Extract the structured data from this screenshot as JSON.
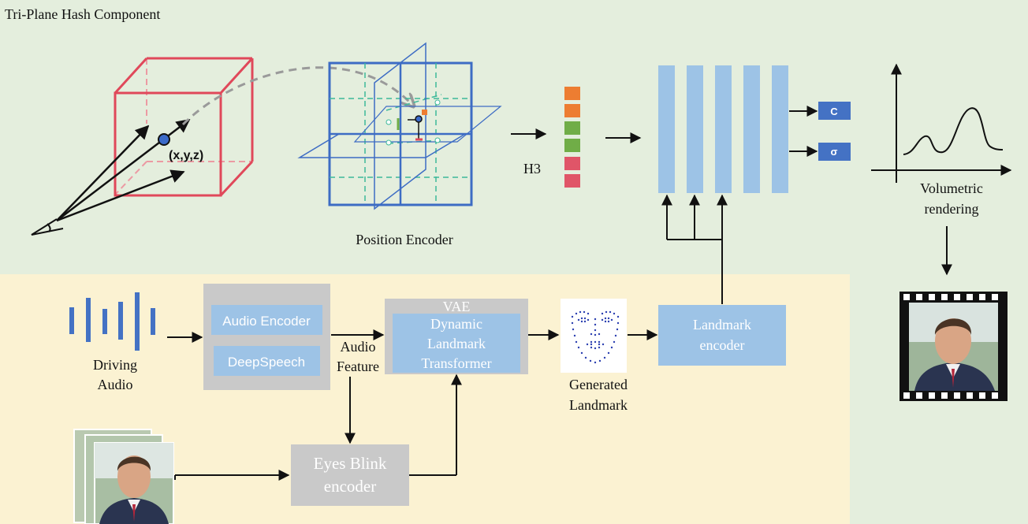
{
  "panels": {
    "top_title": "Tri-Plane Hash Component"
  },
  "top": {
    "point_label": "(x,y,z)",
    "position_encoder": "Position Encoder",
    "h3_label": "H3",
    "output_c": "C",
    "output_sigma": "σ",
    "rendering_line1": "Volumetric",
    "rendering_line2": "rendering"
  },
  "bottom": {
    "driving_audio_line1": "Driving",
    "driving_audio_line2": "Audio",
    "audio_encoder": "Audio Encoder",
    "deepspeech": "DeepSpeech",
    "audio_feature_line1": "Audio",
    "audio_feature_line2": "Feature",
    "vae_title": "VAE",
    "dlt_line1": "Dynamic",
    "dlt_line2": "Landmark",
    "dlt_line3": "Transformer",
    "generated_line1": "Generated",
    "generated_line2": "Landmark",
    "landmark_enc_line1": "Landmark",
    "landmark_enc_line2": "encoder",
    "eyes_line1": "Eyes Blink",
    "eyes_line2": "encoder"
  },
  "colors": {
    "top_bg": "#e4eedd",
    "bottom_bg": "#fbf2d2",
    "cube": "#e0485a",
    "plane": "#3d6cc4",
    "dashed_teal": "#3db99a",
    "block_blue": "#9dc3e6",
    "block_grey": "#c9c9c9",
    "output_box": "#4472c4",
    "hash_colors": [
      "#ed7d31",
      "#ed7d31",
      "#70ad47",
      "#70ad47",
      "#e05568",
      "#e05568"
    ]
  }
}
